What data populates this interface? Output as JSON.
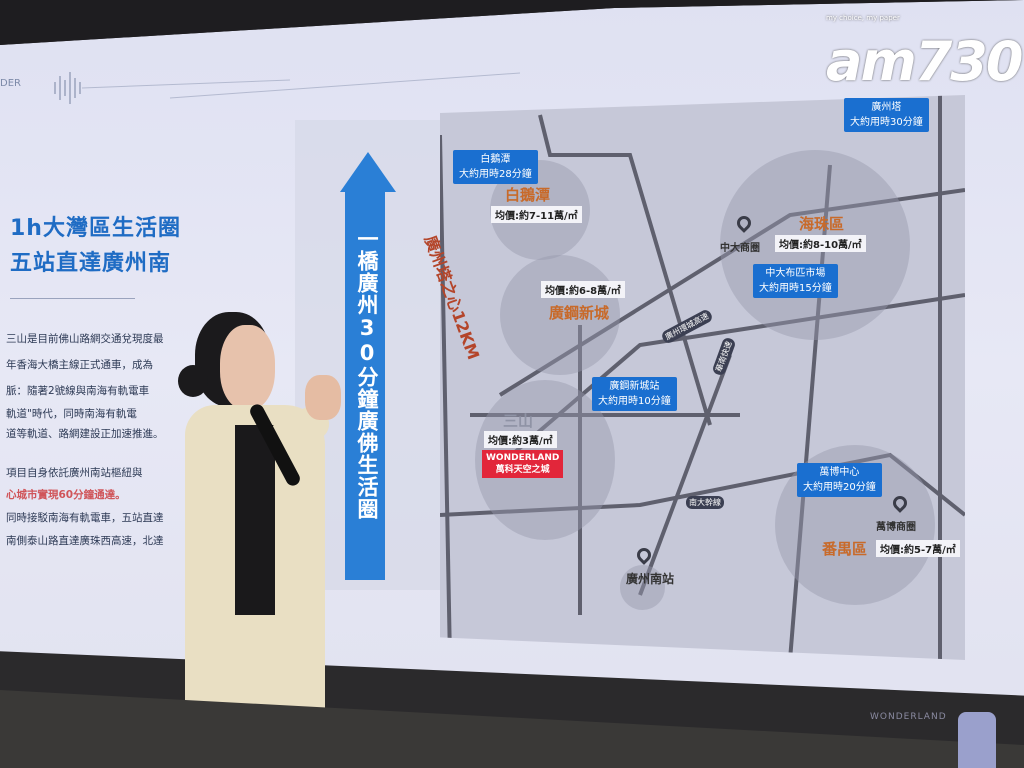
{
  "slide": {
    "brand": "DER",
    "title_line1": "1h大灣區生活圈",
    "title_line2": "五站直達廣州南",
    "paragraph1": [
      "三山是目前佛山路網交通兌現度最",
      "年香海大橋主線正式通車，成為",
      "脈：隨著2號線與南海有軌電車",
      "軌道\"時代，同時南海有軌電",
      "道等軌道、路網建設正加速推進。"
    ],
    "paragraph2": [
      "項目自身依託廣州南站樞紐與",
      "心城市實現60分鐘通達。",
      "同時接駁南海有軌電車，五站直達",
      "南側泰山路直達廣珠西高速，北達"
    ],
    "banner": "一橋廣州30分鐘廣佛生活圈",
    "radius_label": "廣州塔之心12KM",
    "watermark": "WONDERLAND"
  },
  "map": {
    "districts": [
      {
        "name": "白鵝潭",
        "price": "均價:約7-11萬/㎡"
      },
      {
        "name": "廣鋼新城",
        "price": "均價:約6-8萬/㎡"
      },
      {
        "name": "海珠區",
        "price": "均價:約8-10萬/㎡",
        "hub": "中大商圈"
      },
      {
        "name": "三山",
        "price": "均價:約3萬/㎡"
      },
      {
        "name": "番禺區",
        "price": "均價:約5-7萬/㎡",
        "hub": "萬博商圈"
      }
    ],
    "travel": [
      {
        "place": "白鵝潭",
        "time": "大約用時28分鐘"
      },
      {
        "place": "廣州塔",
        "time": "大約用時30分鐘"
      },
      {
        "place": "中大布匹市場",
        "time": "大約用時15分鐘"
      },
      {
        "place": "廣鋼新城站",
        "time": "大約用時10分鐘"
      },
      {
        "place": "萬博中心",
        "time": "大約用時20分鐘"
      }
    ],
    "project": {
      "brand": "WONDERLAND",
      "name": "萬科天空之城"
    },
    "station": "廣州南站",
    "roads": [
      "南大幹線",
      "廣州環城高速",
      "華南快速"
    ]
  },
  "overlay": {
    "logo": "am730",
    "tagline": "my choice, my paper"
  }
}
